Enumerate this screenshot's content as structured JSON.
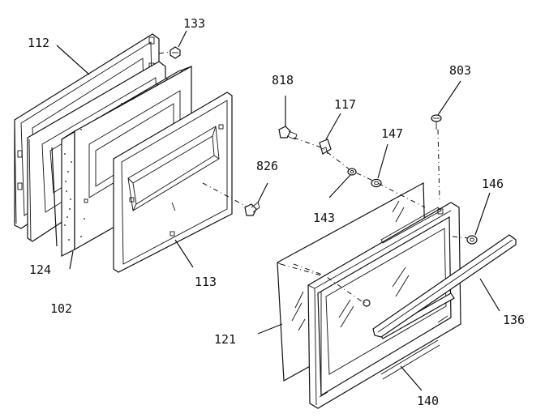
{
  "diagram": {
    "callouts": [
      {
        "id": "112",
        "text": "112"
      },
      {
        "id": "133",
        "text": "133"
      },
      {
        "id": "124",
        "text": "124"
      },
      {
        "id": "102",
        "text": "102"
      },
      {
        "id": "113",
        "text": "113"
      },
      {
        "id": "826",
        "text": "826"
      },
      {
        "id": "818",
        "text": "818"
      },
      {
        "id": "117",
        "text": "117"
      },
      {
        "id": "147",
        "text": "147"
      },
      {
        "id": "143",
        "text": "143"
      },
      {
        "id": "803",
        "text": "803"
      },
      {
        "id": "146",
        "text": "146"
      },
      {
        "id": "121",
        "text": "121"
      },
      {
        "id": "136",
        "text": "136"
      },
      {
        "id": "140",
        "text": "140"
      }
    ]
  }
}
